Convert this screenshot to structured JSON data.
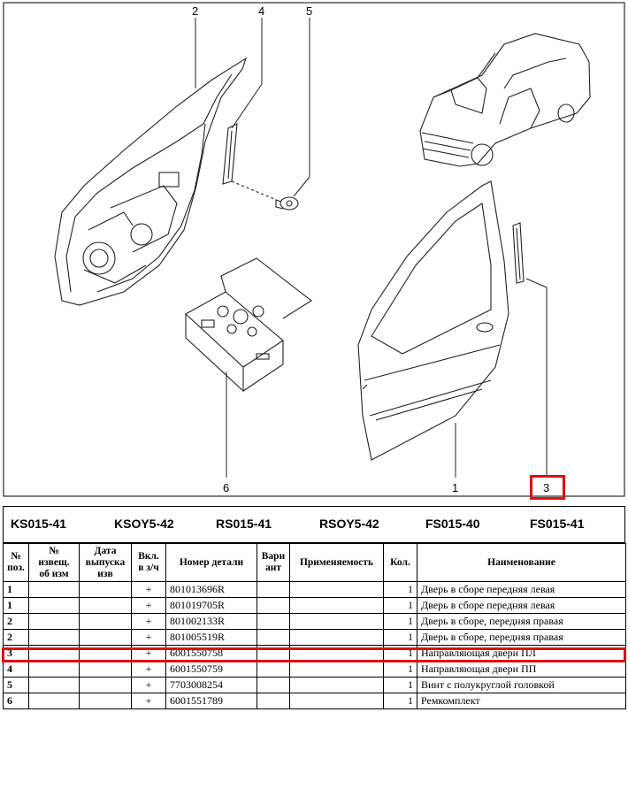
{
  "diagram": {
    "callouts": [
      "1",
      "2",
      "3",
      "4",
      "5",
      "6"
    ],
    "highlight_color": "#dd1111"
  },
  "models": [
    "KS015-41",
    "KSOY5-42",
    "RS015-41",
    "RSOY5-42",
    "FS015-40",
    "FS015-41"
  ],
  "table": {
    "headers": {
      "pos": "№ поз.",
      "notice": "№ извещ. об изм",
      "date": "Дата выпуска изв",
      "incl": "Вкл. в з/ч",
      "part": "Номер детали",
      "variant": "Вари ант",
      "applic": "Применяемость",
      "qty": "Кол.",
      "name": "Наименование"
    },
    "rows": [
      {
        "pos": "1",
        "incl": "+",
        "part": "801013696R",
        "qty": "1",
        "name": "Дверь в сборе передняя левая"
      },
      {
        "pos": "1",
        "incl": "+",
        "part": "801019705R",
        "qty": "1",
        "name": "Дверь в сборе передняя левая"
      },
      {
        "pos": "2",
        "incl": "+",
        "part": "801002133R",
        "qty": "1",
        "name": "Дверь в сборе, передняя правая"
      },
      {
        "pos": "2",
        "incl": "+",
        "part": "801005519R",
        "qty": "1",
        "name": "Дверь в сборе, передняя правая"
      },
      {
        "pos": "3",
        "incl": "+",
        "part": "6001550758",
        "qty": "1",
        "name": "Направляющая двери ПЛ"
      },
      {
        "pos": "4",
        "incl": "+",
        "part": "6001550759",
        "qty": "1",
        "name": "Направляющая двери ПП"
      },
      {
        "pos": "5",
        "incl": "+",
        "part": "7703008254",
        "qty": "1",
        "name": "Винт с полукруглой головкой"
      },
      {
        "pos": "6",
        "incl": "+",
        "part": "6001551789",
        "qty": "1",
        "name": "Ремкомплект"
      }
    ]
  }
}
